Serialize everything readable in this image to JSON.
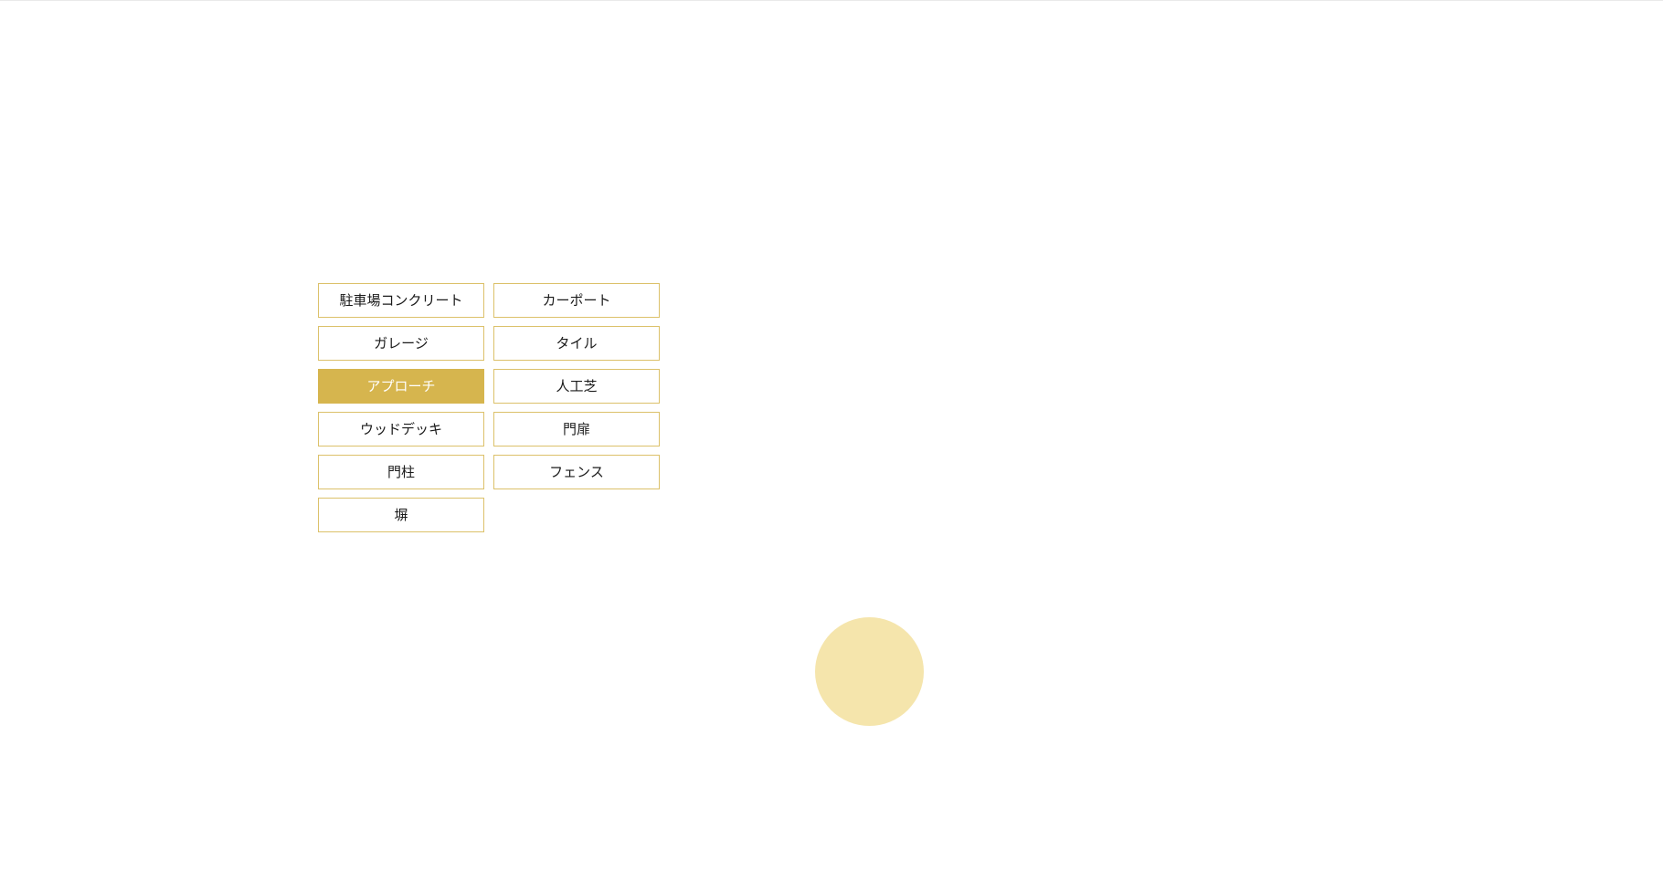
{
  "colors": {
    "accent": "#d6b54e",
    "border": "#dcc16a",
    "indicator": "#f5e5ac",
    "text": "#1a1a1a",
    "active_text": "#ffffff"
  },
  "categories": {
    "active_label": "アプローチ",
    "items": [
      {
        "label": "駐車場コンクリート"
      },
      {
        "label": "カーポート"
      },
      {
        "label": "ガレージ"
      },
      {
        "label": "タイル"
      },
      {
        "label": "アプローチ"
      },
      {
        "label": "人工芝"
      },
      {
        "label": "ウッドデッキ"
      },
      {
        "label": "門扉"
      },
      {
        "label": "門柱"
      },
      {
        "label": "フェンス"
      },
      {
        "label": "塀"
      }
    ]
  },
  "indicator": {
    "icon": "circle-indicator-icon"
  }
}
